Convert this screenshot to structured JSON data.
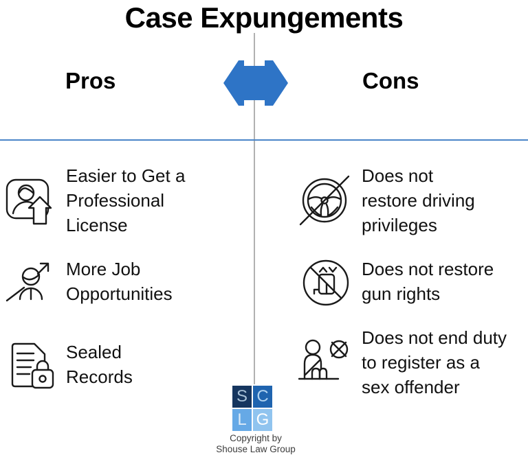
{
  "title": "Case Expungements",
  "pros": {
    "header": "Pros",
    "items": [
      {
        "icon": "professional-license-icon",
        "label": "Easier to Get a\nProfessional\nLicense"
      },
      {
        "icon": "job-growth-icon",
        "label": "More Job\nOpportunities"
      },
      {
        "icon": "sealed-document-lock-icon",
        "label": "Sealed\nRecords"
      }
    ]
  },
  "cons": {
    "header": "Cons",
    "items": [
      {
        "icon": "no-driving-steering-wheel-icon",
        "label": "Does not\nrestore driving\nprivileges"
      },
      {
        "icon": "no-gun-icon",
        "label": "Does not restore\ngun rights"
      },
      {
        "icon": "sex-offender-registry-icon",
        "label": "Does not end duty\nto register as a\nsex offender"
      }
    ]
  },
  "footer": {
    "logo": {
      "letters": [
        "S",
        "C",
        "L",
        "G"
      ]
    },
    "copyright": "Copyright by\nShouse Law Group"
  },
  "colors": {
    "arrow_blue": "#2E74C6",
    "divider_blue": "#4A85C8",
    "divider_gray": "#B1B1B1",
    "icon_stroke": "#1A1A1A",
    "logo_s_bg": "#16365F",
    "logo_c_bg": "#1F64AF",
    "logo_l_bg": "#66A9E6",
    "logo_g_bg": "#90C4EF"
  }
}
